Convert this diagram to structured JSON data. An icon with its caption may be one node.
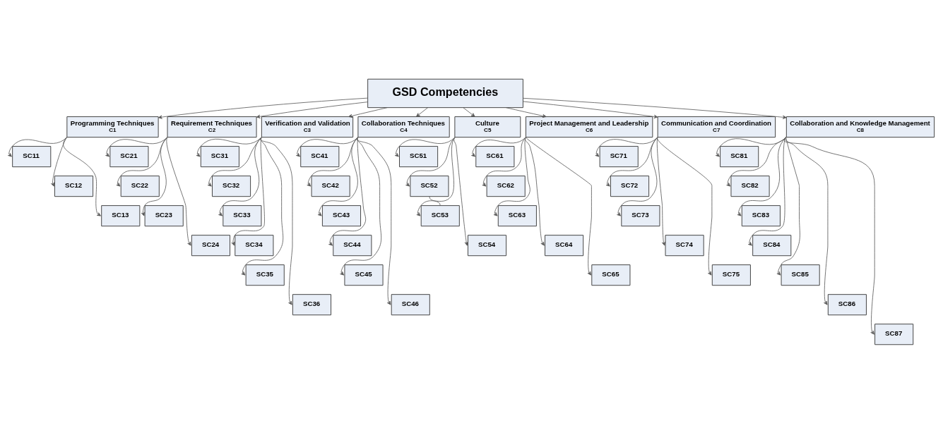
{
  "diagram": {
    "nodes": [
      {
        "text": [
          "GSD Competencies"
        ]
      },
      {
        "text": [
          "Programming Techniques",
          "C1"
        ]
      },
      {
        "text": [
          "Requirement Techniques",
          "C2"
        ]
      },
      {
        "text": [
          "Verification and Validation",
          "C3"
        ]
      },
      {
        "text": [
          "Collaboration Techniques",
          "C4"
        ]
      },
      {
        "text": [
          "Culture",
          "C5"
        ]
      },
      {
        "text": [
          "Project Management and Leadership",
          "C6"
        ]
      },
      {
        "text": [
          "Communication and Coordination",
          "C7"
        ]
      },
      {
        "text": [
          "Collaboration and Knowledge Management",
          "C8"
        ]
      },
      {
        "text": [
          "SC11"
        ]
      },
      {
        "text": [
          "SC12"
        ]
      },
      {
        "text": [
          "SC13"
        ]
      },
      {
        "text": [
          "SC21"
        ]
      },
      {
        "text": [
          "SC22"
        ]
      },
      {
        "text": [
          "SC23"
        ]
      },
      {
        "text": [
          "SC24"
        ]
      },
      {
        "text": [
          "SC31"
        ]
      },
      {
        "text": [
          "SC32"
        ]
      },
      {
        "text": [
          "SC33"
        ]
      },
      {
        "text": [
          "SC34"
        ]
      },
      {
        "text": [
          "SC35"
        ]
      },
      {
        "text": [
          "SC36"
        ]
      },
      {
        "text": [
          "SC41"
        ]
      },
      {
        "text": [
          "SC42"
        ]
      },
      {
        "text": [
          "SC43"
        ]
      },
      {
        "text": [
          "SC44"
        ]
      },
      {
        "text": [
          "SC45"
        ]
      },
      {
        "text": [
          "SC46"
        ]
      },
      {
        "text": [
          "SC51"
        ]
      },
      {
        "text": [
          "SC52"
        ]
      },
      {
        "text": [
          "SC53"
        ]
      },
      {
        "text": [
          "SC54"
        ]
      },
      {
        "text": [
          "SC61"
        ]
      },
      {
        "text": [
          "SC62"
        ]
      },
      {
        "text": [
          "SC63"
        ]
      },
      {
        "text": [
          "SC64"
        ]
      },
      {
        "text": [
          "SC65"
        ]
      },
      {
        "text": [
          "SC71"
        ]
      },
      {
        "text": [
          "SC72"
        ]
      },
      {
        "text": [
          "SC73"
        ]
      },
      {
        "text": [
          "SC74"
        ]
      },
      {
        "text": [
          "SC75"
        ]
      },
      {
        "text": [
          "SC81"
        ]
      },
      {
        "text": [
          "SC82"
        ]
      },
      {
        "text": [
          "SC83"
        ]
      },
      {
        "text": [
          "SC84"
        ]
      },
      {
        "text": [
          "SC85"
        ]
      },
      {
        "text": [
          "SC86"
        ]
      },
      {
        "text": [
          "SC87"
        ]
      }
    ],
    "edges": [
      {
        "from": 0,
        "to": 1,
        "arrow": "to"
      },
      {
        "from": 0,
        "to": 2,
        "arrow": "to"
      },
      {
        "from": 0,
        "to": 3,
        "arrow": "to"
      },
      {
        "from": 0,
        "to": 4,
        "arrow": "to"
      },
      {
        "from": 0,
        "to": 5,
        "arrow": "to"
      },
      {
        "from": 0,
        "to": 6,
        "arrow": "to"
      },
      {
        "from": 0,
        "to": 7,
        "arrow": "to"
      },
      {
        "from": 0,
        "to": 8,
        "arrow": "to"
      },
      {
        "from": 1,
        "to": 9,
        "arrow": "to"
      },
      {
        "from": 1,
        "to": 10,
        "arrow": "to"
      },
      {
        "from": 1,
        "to": 11,
        "arrow": "to"
      },
      {
        "from": 2,
        "to": 12,
        "arrow": "to"
      },
      {
        "from": 2,
        "to": 13,
        "arrow": "to"
      },
      {
        "from": 2,
        "to": 14,
        "arrow": "to"
      },
      {
        "from": 2,
        "to": 15,
        "arrow": "to"
      },
      {
        "from": 3,
        "to": 16,
        "arrow": "to"
      },
      {
        "from": 3,
        "to": 17,
        "arrow": "to"
      },
      {
        "from": 3,
        "to": 18,
        "arrow": "to"
      },
      {
        "from": 3,
        "to": 19,
        "arrow": "to"
      },
      {
        "from": 3,
        "to": 20,
        "arrow": "to"
      },
      {
        "from": 3,
        "to": 21,
        "arrow": "to"
      },
      {
        "from": 4,
        "to": 22,
        "arrow": "to"
      },
      {
        "from": 4,
        "to": 23,
        "arrow": "to"
      },
      {
        "from": 4,
        "to": 24,
        "arrow": "to"
      },
      {
        "from": 4,
        "to": 25,
        "arrow": "to"
      },
      {
        "from": 4,
        "to": 26,
        "arrow": "to"
      },
      {
        "from": 4,
        "to": 27,
        "arrow": "to"
      },
      {
        "from": 5,
        "to": 28,
        "arrow": "to"
      },
      {
        "from": 5,
        "to": 29,
        "arrow": "to"
      },
      {
        "from": 5,
        "to": 30,
        "arrow": "to"
      },
      {
        "from": 5,
        "to": 31,
        "arrow": "to"
      },
      {
        "from": 29,
        "to": 30,
        "arrow": "none"
      },
      {
        "from": 6,
        "to": 32,
        "arrow": "to"
      },
      {
        "from": 6,
        "to": 33,
        "arrow": "to"
      },
      {
        "from": 6,
        "to": 34,
        "arrow": "to"
      },
      {
        "from": 6,
        "to": 35,
        "arrow": "to"
      },
      {
        "from": 6,
        "to": 36,
        "arrow": "to"
      },
      {
        "from": 7,
        "to": 37,
        "arrow": "to"
      },
      {
        "from": 7,
        "to": 38,
        "arrow": "to"
      },
      {
        "from": 7,
        "to": 39,
        "arrow": "to"
      },
      {
        "from": 7,
        "to": 40,
        "arrow": "to"
      },
      {
        "from": 7,
        "to": 41,
        "arrow": "to"
      },
      {
        "from": 8,
        "to": 42,
        "arrow": "to"
      },
      {
        "from": 8,
        "to": 43,
        "arrow": "to"
      },
      {
        "from": 8,
        "to": 44,
        "arrow": "to"
      },
      {
        "from": 8,
        "to": 45,
        "arrow": "to"
      },
      {
        "from": 8,
        "to": 46,
        "arrow": "to"
      },
      {
        "from": 8,
        "to": 47,
        "arrow": "to"
      },
      {
        "from": 8,
        "to": 48,
        "arrow": "to"
      }
    ]
  }
}
